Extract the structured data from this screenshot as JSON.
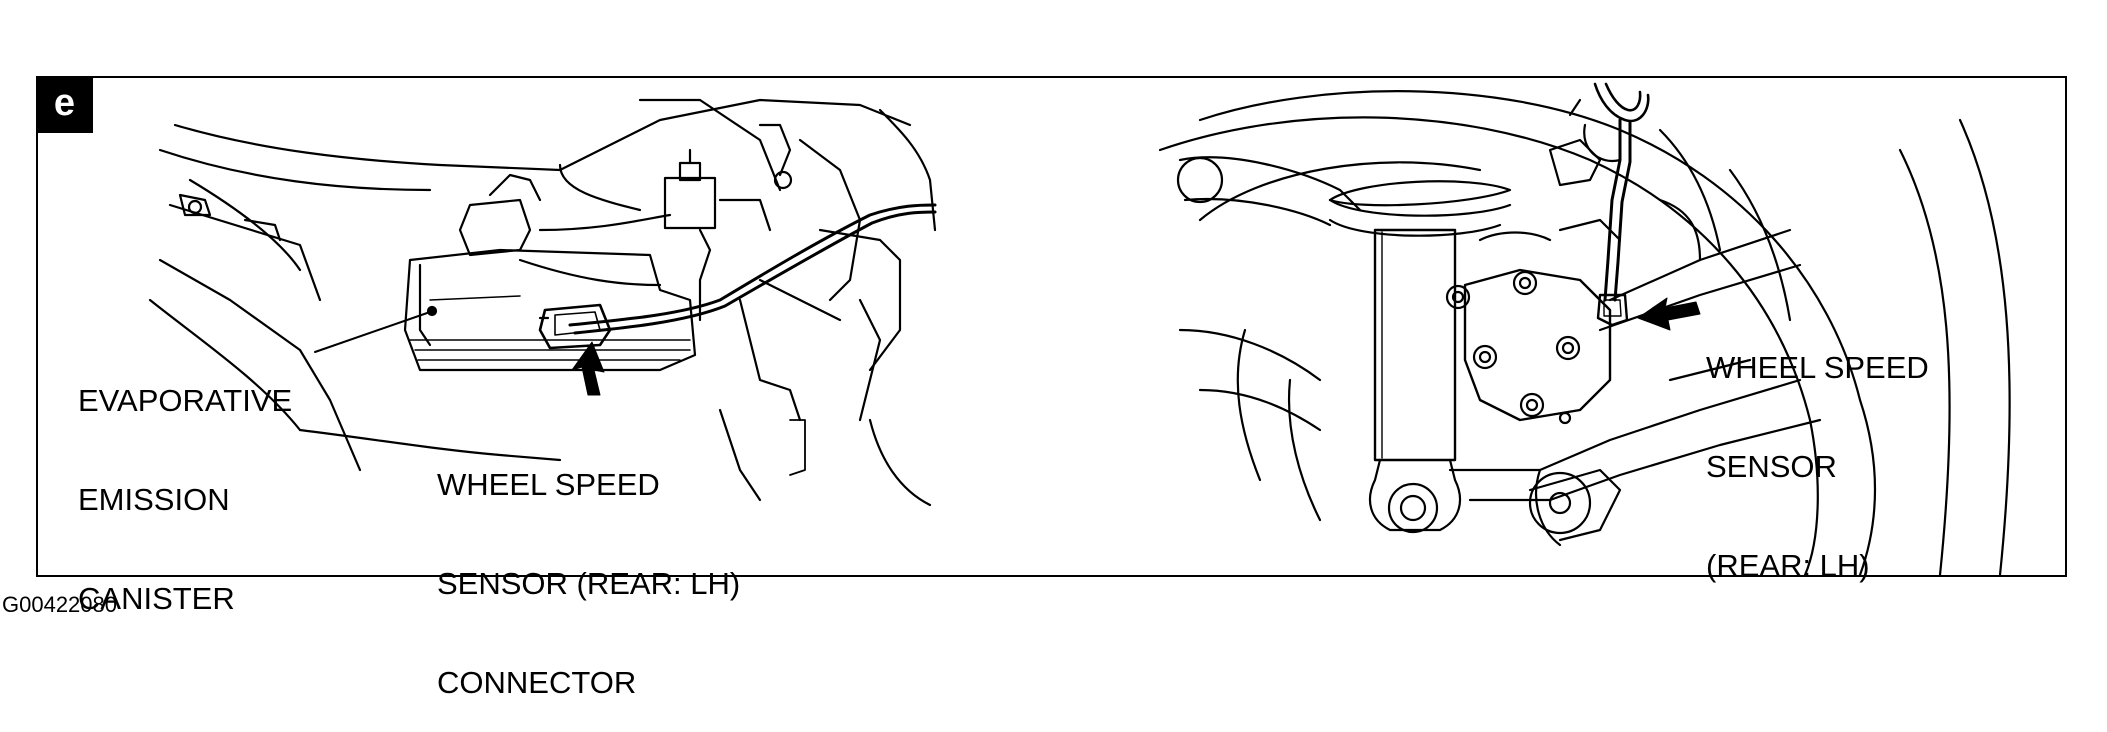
{
  "figure": {
    "panel_letter": "e",
    "figure_code": "G00422080"
  },
  "left_panel": {
    "canister_label": [
      "EVAPORATIVE",
      "EMISSION",
      "CANISTER"
    ],
    "connector_label": [
      "WHEEL SPEED",
      "SENSOR (REAR: LH)",
      "CONNECTOR"
    ]
  },
  "right_panel": {
    "sensor_label": [
      "WHEEL SPEED",
      "SENSOR",
      "(REAR: LH)"
    ]
  }
}
